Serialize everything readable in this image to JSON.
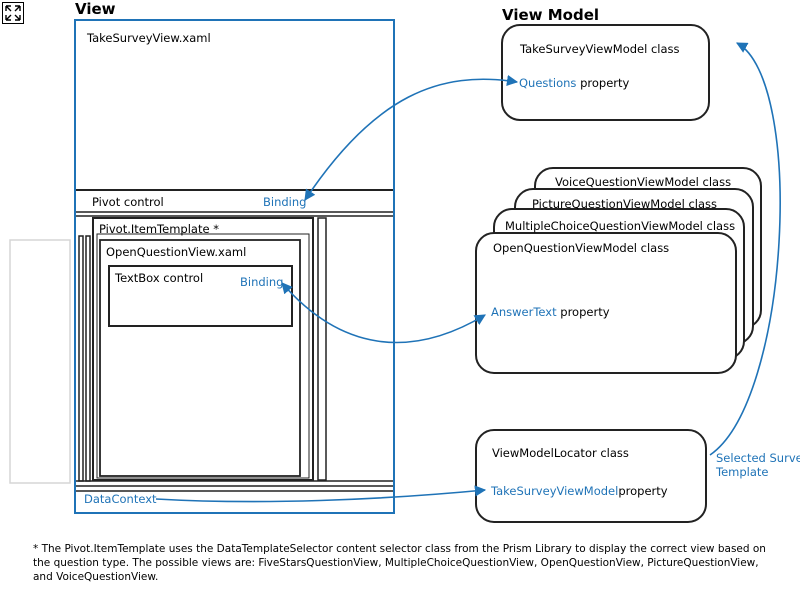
{
  "headings": {
    "view": "View",
    "view_model": "View Model"
  },
  "view": {
    "file_label": "TakeSurveyView.xaml",
    "pivot_control": "Pivot control",
    "binding_pivot": "Binding",
    "item_template": "Pivot.ItemTemplate *",
    "open_question_view": "OpenQuestionView.xaml",
    "textbox_control": "TextBox control",
    "binding_textbox": "Binding",
    "data_context": "DataContext"
  },
  "view_model": {
    "take_survey_class": "TakeSurveyViewModel class",
    "questions": "Questions",
    "property_suffix": "property",
    "stack_classes": [
      "VoiceQuestionViewModel class",
      "PictureQuestionViewModel class",
      "MultipleChoiceQuestionViewModel class",
      "OpenQuestionViewModel class"
    ],
    "answer_text": "AnswerText",
    "locator_class": "ViewModelLocator class",
    "take_survey_vm_prop": "TakeSurveyViewModel",
    "selected_template_line1": "Selected Survey",
    "selected_template_line2": "Template"
  },
  "footnote": "* The Pivot.ItemTemplate uses the DataTemplateSelector content selector class from the Prism Library to display the correct view based on the question type. The possible views are: FiveStarsQuestionView, MultipleChoiceQuestionView, OpenQuestionView, PictureQuestionView, and VoiceQuestionView.",
  "colors": {
    "accent": "#1f73b7",
    "line": "#222222",
    "faded": "#cccccc"
  },
  "icons": {
    "corner": "expand-icon"
  }
}
